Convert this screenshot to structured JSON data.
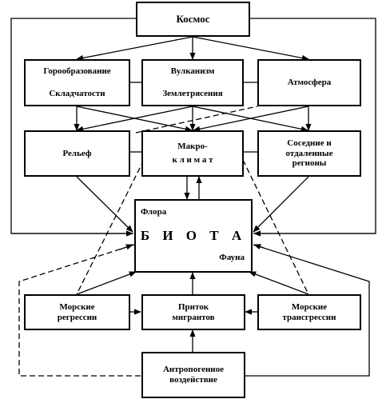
{
  "nodes": {
    "kosmos": {
      "label": "Космос"
    },
    "goroobr": {
      "line1": "Горообразование",
      "line2": "Складчатости"
    },
    "vulkan": {
      "line1": "Вулканизм",
      "line2": "Землетрясения"
    },
    "atmosfera": {
      "label": "Атмосфера"
    },
    "relief": {
      "label": "Рельеф"
    },
    "makroklimat": {
      "line1": "Макро-",
      "line2": "к л и м а т"
    },
    "regiony": {
      "line1": "Соседние и",
      "line2": "отдаленные",
      "line3": "регионы"
    },
    "biota": {
      "title": "Б И О Т А",
      "flora": "Флора",
      "fauna": "Фауна"
    },
    "regressii": {
      "line1": "Морские",
      "line2": "регрессии"
    },
    "pritok": {
      "line1": "Приток",
      "line2": "мигрантов"
    },
    "transgressii": {
      "line1": "Морские",
      "line2": "трансгрессии"
    },
    "antropogen": {
      "line1": "Антропогенное",
      "line2": "воздействие"
    }
  }
}
